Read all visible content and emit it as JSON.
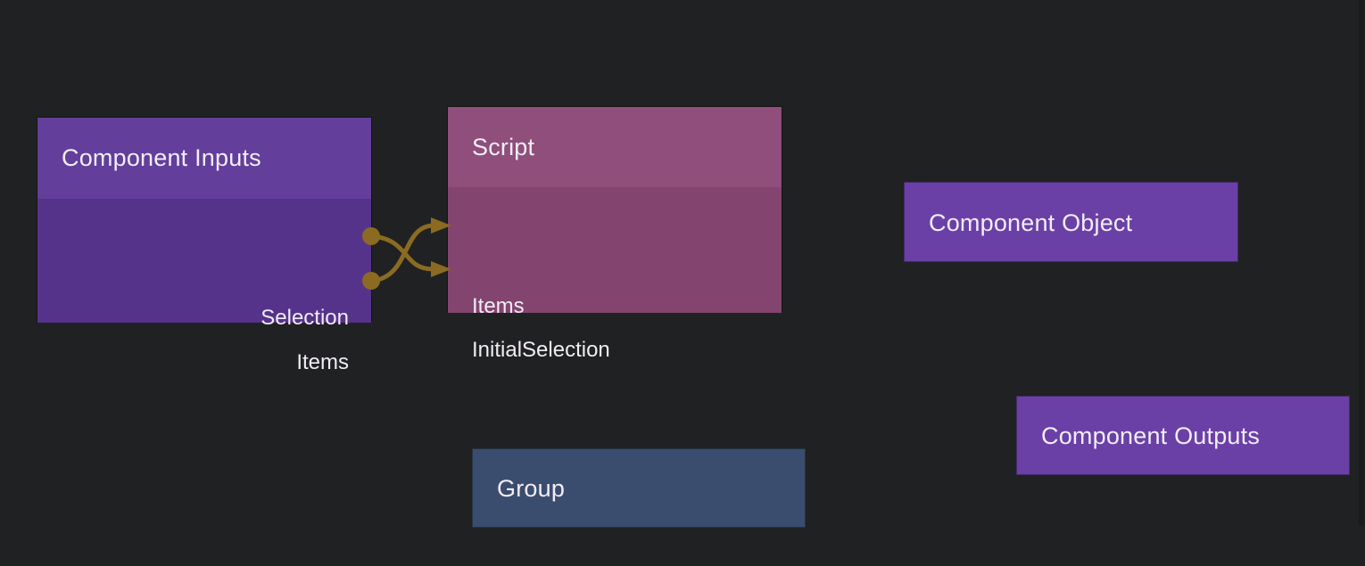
{
  "canvas": {
    "background_color": "#202122",
    "wire_color": "#8a6b21",
    "text_color": "#f1edf6"
  },
  "nodes": [
    {
      "id": "component-inputs",
      "title": "Component Inputs",
      "header_color": "#633e9b",
      "body_color": "#56338b",
      "ports": [
        {
          "name": "Selection",
          "direction": "output"
        },
        {
          "name": "Items",
          "direction": "output"
        }
      ]
    },
    {
      "id": "script",
      "title": "Script",
      "header_color": "#8f4e7b",
      "body_color": "#834570",
      "ports": [
        {
          "name": "Items",
          "direction": "input"
        },
        {
          "name": "InitialSelection",
          "direction": "input"
        }
      ]
    },
    {
      "id": "component-object",
      "title": "Component Object",
      "color": "#6b40a6",
      "ports": []
    },
    {
      "id": "group",
      "title": "Group",
      "color": "#3b4d6e",
      "ports": []
    },
    {
      "id": "component-outputs",
      "title": "Component Outputs",
      "color": "#6b40a6",
      "ports": []
    }
  ],
  "connections": [
    {
      "from": "Component Inputs.Selection",
      "to": "Script.InitialSelection"
    },
    {
      "from": "Component Inputs.Items",
      "to": "Script.Items"
    }
  ]
}
